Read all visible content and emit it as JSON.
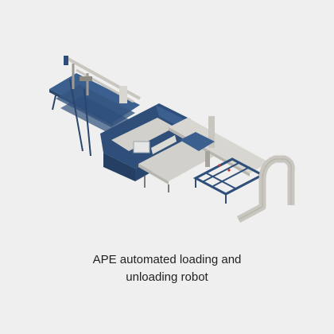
{
  "product_image": {
    "subject": "automated loading and unloading robot with punch press",
    "palette": {
      "machine_blue": "#2f4f7a",
      "table_blue": "#3b5f8e",
      "frame_gray": "#c9c6bf",
      "rail_gray": "#d8d6d0",
      "plate_gray": "#d2d0cb",
      "background": "#efefef",
      "accent_red": "#c0392b"
    }
  },
  "caption": {
    "line1": "APE automated loading and",
    "line2": "unloading robot"
  }
}
